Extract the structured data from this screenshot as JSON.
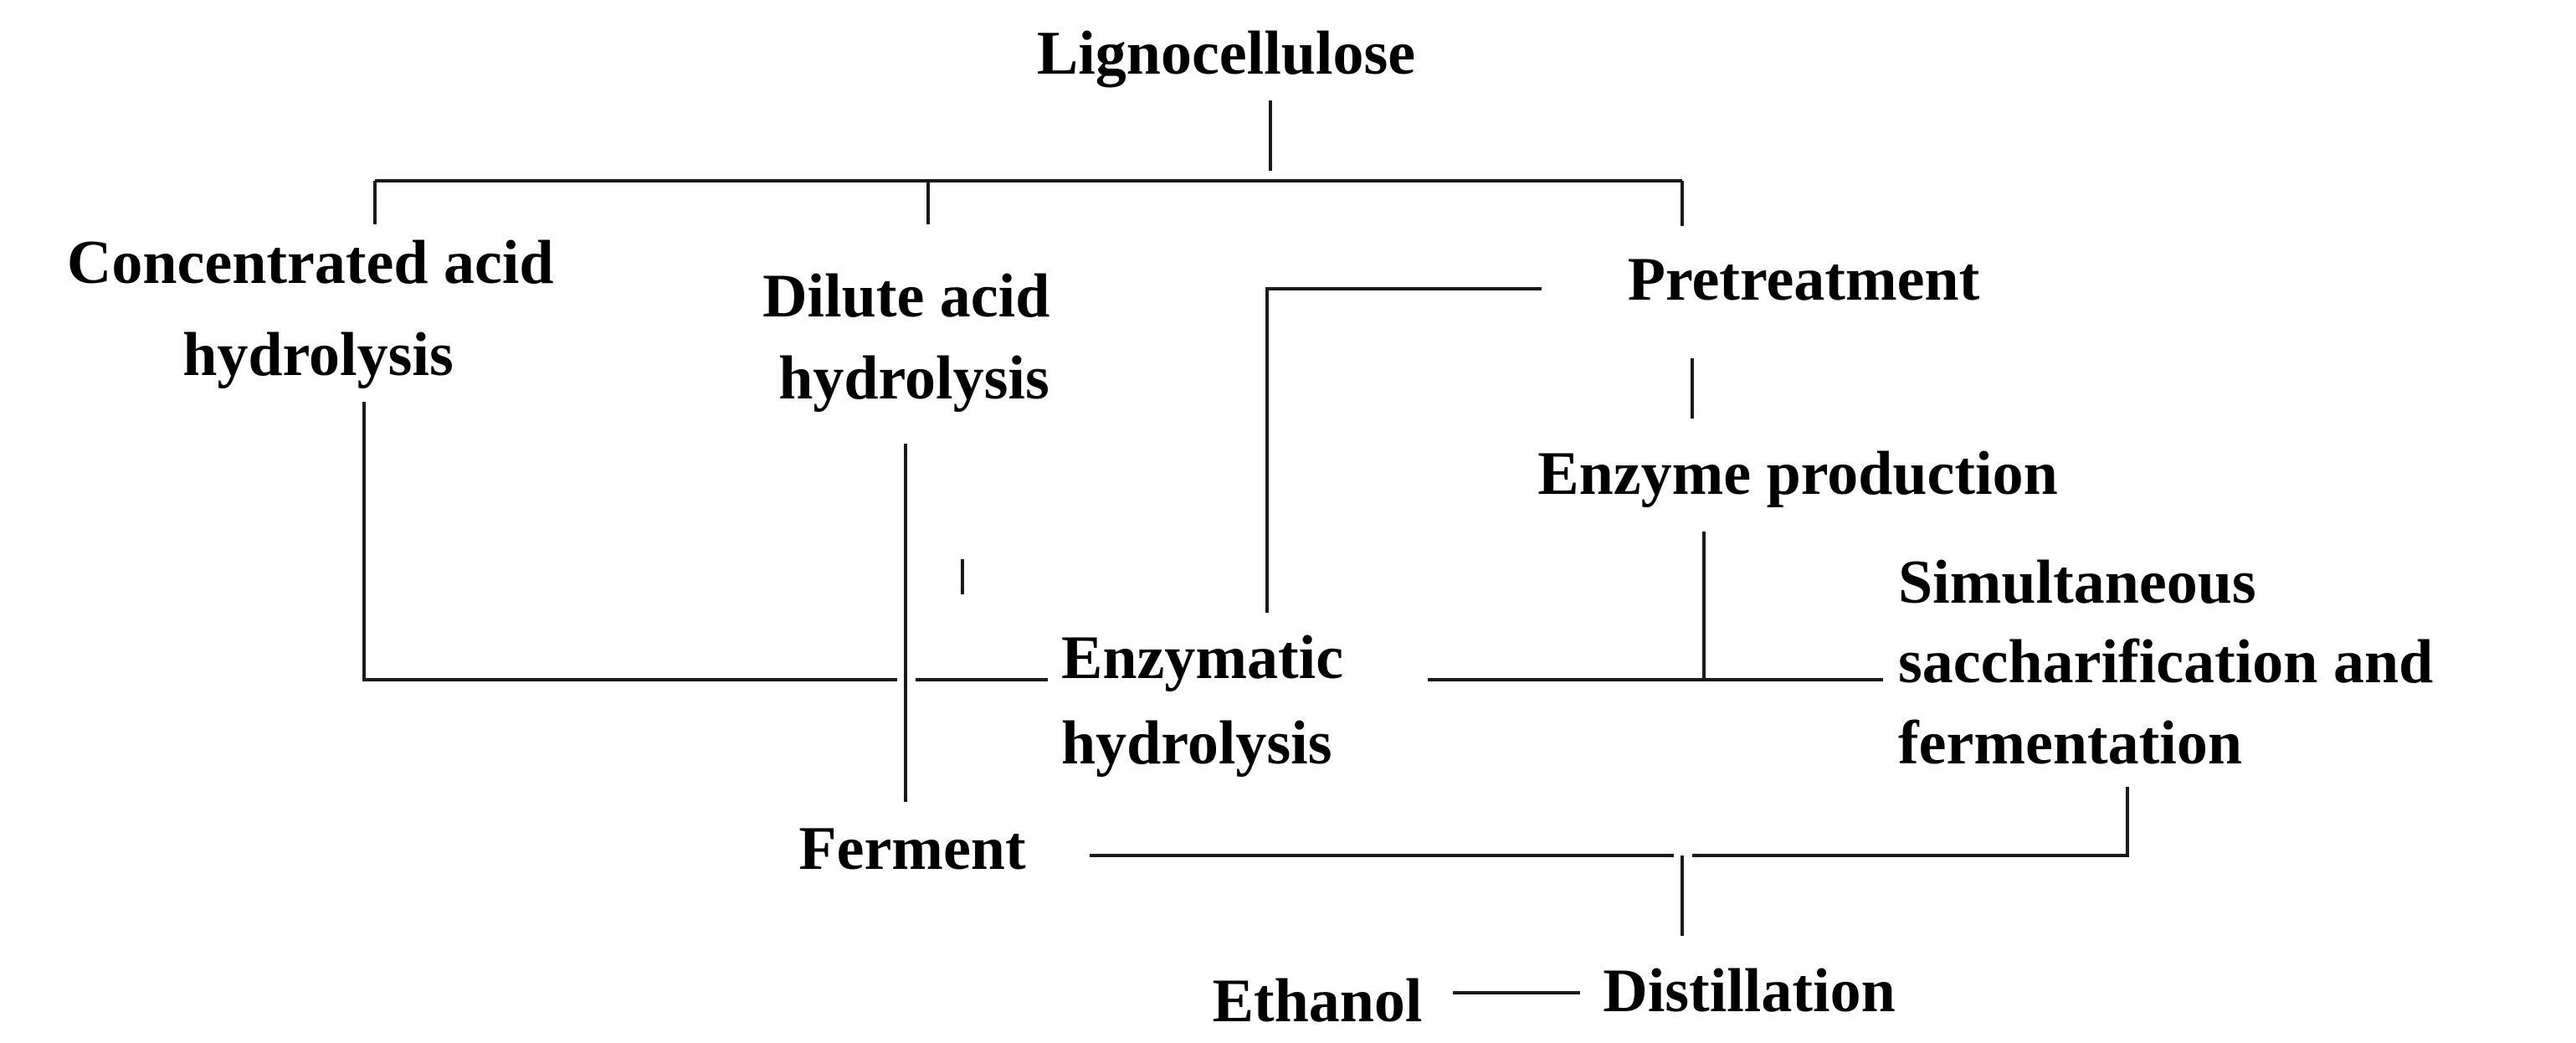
{
  "nodes": {
    "lignocellulose": "Lignocellulose",
    "concentrated_acid": [
      "Concentrated acid",
      "hydrolysis"
    ],
    "dilute_acid": [
      "Dilute acid",
      "hydrolysis"
    ],
    "pretreatment": "Pretreatment",
    "enzyme_production": "Enzyme production",
    "enzymatic_hydrolysis": [
      "Enzymatic",
      "hydrolysis"
    ],
    "ssf": [
      "Simultaneous",
      "saccharification and",
      "fermentation"
    ],
    "ferment": "Ferment",
    "distillation": "Distillation",
    "ethanol": "Ethanol"
  },
  "edges": [
    {
      "from": "Lignocellulose",
      "to": "Concentrated acid hydrolysis"
    },
    {
      "from": "Lignocellulose",
      "to": "Dilute acid hydrolysis"
    },
    {
      "from": "Lignocellulose",
      "to": "Pretreatment"
    },
    {
      "from": "Pretreatment",
      "to": "Enzyme production"
    },
    {
      "from": "Pretreatment",
      "to": "Enzymatic hydrolysis"
    },
    {
      "from": "Enzyme production",
      "to": "Enzymatic hydrolysis"
    },
    {
      "from": "Enzyme production",
      "to": "Simultaneous saccharification and fermentation"
    },
    {
      "from": "Concentrated acid hydrolysis",
      "to": "Ferment"
    },
    {
      "from": "Dilute acid hydrolysis",
      "to": "Ferment"
    },
    {
      "from": "Enzymatic hydrolysis",
      "to": "Ferment"
    },
    {
      "from": "Ferment",
      "to": "Distillation"
    },
    {
      "from": "Simultaneous saccharification and fermentation",
      "to": "Distillation"
    },
    {
      "from": "Distillation",
      "to": "Ethanol"
    }
  ],
  "colors": {
    "text": "#000000",
    "line": "#1a1a1a",
    "background": "#ffffff"
  }
}
